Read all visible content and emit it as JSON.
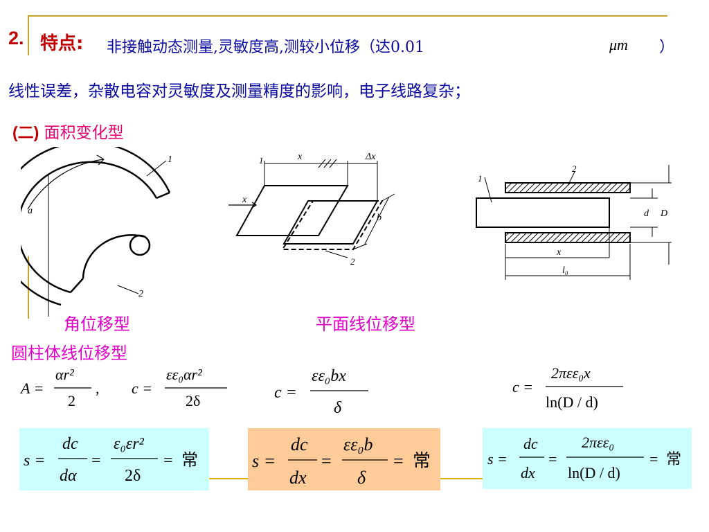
{
  "heading": {
    "number": "2.",
    "label": "特点:",
    "line1": "非接触动态测量,灵敏度高,测较小位移（达0.01",
    "unit": "μm",
    "line1_end": "）",
    "line2": "线性误差，杂散电容对灵敏度及测量精度的影响，电子线路复杂；"
  },
  "section": {
    "number": "(二)",
    "title": "面积变化型"
  },
  "figures": {
    "fig1": {
      "labels": [
        "1",
        "a",
        "2"
      ]
    },
    "fig2": {
      "labels": [
        "1",
        "x",
        "Δx",
        "x",
        "b",
        "2"
      ]
    },
    "fig3": {
      "labels": [
        "1",
        "2",
        "d",
        "D",
        "x",
        "l₀"
      ]
    }
  },
  "captions": {
    "angular": "角位移型",
    "planar": "平面线位移型",
    "cylindrical": "圆柱体线位移型"
  },
  "formulas": {
    "f1_lhs": "A =",
    "f1_num": "αr²",
    "f1_den": "2",
    "f1_comma": ",",
    "f2_lhs": "c =",
    "f2_num": "εε₀αr²",
    "f2_den": "2δ",
    "f3_lhs": "c =",
    "f3_num": "εε₀bx",
    "f3_den": "δ",
    "f4_lhs": "c =",
    "f4_num": "2πεε₀x",
    "f4_den": "ln(D / d)"
  },
  "sensitivity": {
    "s1": {
      "lhs": "s =",
      "n1": "dc",
      "d1": "dα",
      "eq": "=",
      "n2": "ε₀εr²",
      "d2": "2δ",
      "eq2": "=",
      "rhs": "常"
    },
    "s2": {
      "lhs": "s =",
      "n1": "dc",
      "d1": "dx",
      "eq": "=",
      "n2": "εε₀b",
      "d2": "δ",
      "eq2": "=",
      "rhs": "常"
    },
    "s3": {
      "lhs": "s =",
      "n1": "dc",
      "d1": "dx",
      "eq": "=",
      "n2": "2πεε₀",
      "d2": "ln(D / d)",
      "eq2": "=",
      "rhs": "常"
    }
  },
  "colors": {
    "title_red": "#c00000",
    "text_blue": "#0a0aa0",
    "caption_magenta": "#e000c8",
    "box_cyan": "#ccffff",
    "box_orange": "#ffcc99",
    "frame_gold": "#c9a227"
  }
}
